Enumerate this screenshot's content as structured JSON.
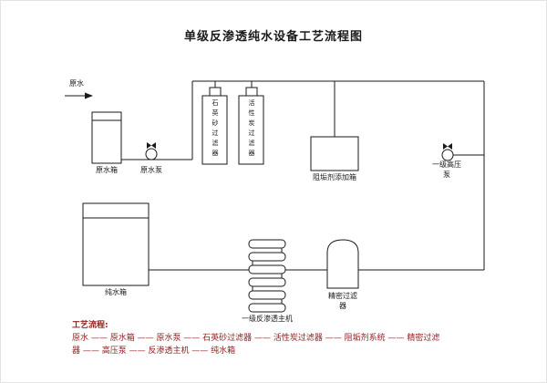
{
  "title": "单级反渗透纯水设备工艺流程图",
  "colors": {
    "line": "#1a1a1a",
    "label_text": "#1a1a1a",
    "flow_text": "#8b1f1f"
  },
  "labels": {
    "raw_water": "原水",
    "raw_water_tank": "原水箱",
    "raw_water_pump": "原水泵",
    "quartz_sand_filter": "石英砂过滤器",
    "activated_carbon_filter": "活性炭过滤器",
    "scale_inhibitor_tank": "阻垢剂添加箱",
    "high_pressure_pump": "一级高压泵",
    "pure_water_tank": "纯水箱",
    "ro_main_unit": "一级反渗透主机",
    "precision_filter": "精密过滤器"
  },
  "process_flow": {
    "heading": "工艺流程:",
    "line1": "原水 —— 原水箱 —— 原水泵 —— 石英砂过滤器 —— 活性炭过滤器 —— 阻垢剂系统 —— 精密过滤",
    "line2": "器 —— 高压泵 —— 反渗透主机 —— 纯水箱"
  }
}
